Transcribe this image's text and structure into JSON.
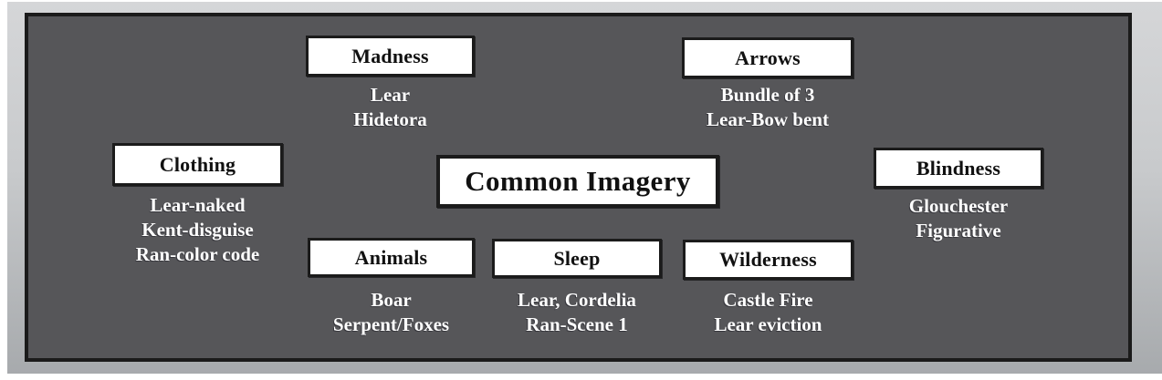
{
  "diagram": {
    "title": "Common Imagery",
    "nodes": [
      {
        "id": "madness",
        "label": "Madness",
        "items": [
          "Lear",
          "Hidetora"
        ]
      },
      {
        "id": "arrows",
        "label": "Arrows",
        "items": [
          "Bundle of 3",
          "Lear-Bow bent"
        ]
      },
      {
        "id": "clothing",
        "label": "Clothing",
        "items": [
          "Lear-naked",
          "Kent-disguise",
          "Ran-color code"
        ]
      },
      {
        "id": "blindness",
        "label": "Blindness",
        "items": [
          "Glouchester",
          "Figurative"
        ]
      },
      {
        "id": "animals",
        "label": "Animals",
        "items": [
          "Boar",
          "Serpent/Foxes"
        ]
      },
      {
        "id": "sleep",
        "label": "Sleep",
        "items": [
          "Lear, Cordelia",
          "Ran-Scene 1"
        ]
      },
      {
        "id": "wilderness",
        "label": "Wilderness",
        "items": [
          "Castle Fire",
          "Lear eviction"
        ]
      }
    ],
    "colors": {
      "panel_background": "#565659",
      "panel_border": "#1b1b1b",
      "node_background": "#ffffff",
      "node_border": "#1b1b1b",
      "node_label_text": "#111111",
      "item_text": "#ffffff",
      "frame_gradient_top": "#d5d6d8",
      "frame_gradient_bottom": "#a7aaad"
    }
  }
}
